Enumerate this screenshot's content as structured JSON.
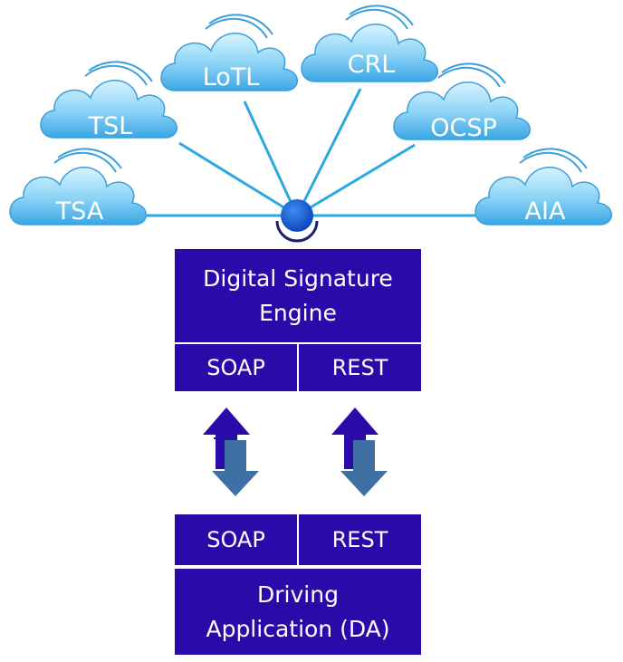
{
  "services": [
    {
      "id": "tsa",
      "label": "TSA"
    },
    {
      "id": "tsl",
      "label": "TSL"
    },
    {
      "id": "lotl",
      "label": "LoTL"
    },
    {
      "id": "crl",
      "label": "CRL"
    },
    {
      "id": "ocsp",
      "label": "OCSP"
    },
    {
      "id": "aia",
      "label": "AIA"
    }
  ],
  "engine": {
    "title_line1": "Digital Signature",
    "title_line2": "Engine",
    "soap": "SOAP",
    "rest": "REST"
  },
  "driving_app": {
    "soap": "SOAP",
    "rest": "REST",
    "title_line1": "Driving",
    "title_line2": "Application (DA)"
  },
  "colors": {
    "box": "#2a0aa8",
    "line": "#29a9e0",
    "cloud_light": "#c9eefc",
    "cloud_dark": "#4fb2e8",
    "arrow_up": "#2a0aa8",
    "arrow_down": "#3f6fa3"
  }
}
